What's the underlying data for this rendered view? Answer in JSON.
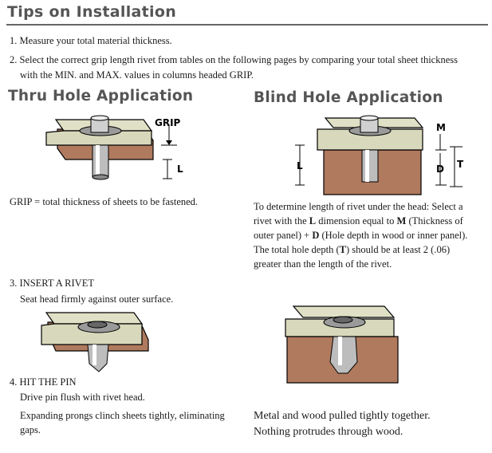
{
  "title": "Tips on Installation",
  "steps": {
    "s1": "1. Measure your total material thickness.",
    "s2a": "2. Select the correct grip length rivet from tables on the following pages by comparing your total sheet thickness",
    "s2b": "with the MIN. and MAX. values in columns headed GRIP."
  },
  "thru": {
    "heading": "Thru Hole Application",
    "label_grip": "GRIP",
    "label_l": "L",
    "caption": "GRIP = total thickness of sheets to be fastened."
  },
  "blind": {
    "heading": "Blind Hole Application",
    "label_m": "M",
    "label_l": "L",
    "label_d": "D",
    "label_t": "T",
    "p1_a": "To determine length of rivet under the head: Select a",
    "p1_b_pre": "rivet with the ",
    "p1_b_L": "L",
    "p1_b_mid": " dimension equal to ",
    "p1_b_M": "M",
    "p1_b_post": " (Thickness of",
    "p1_c_pre": "outer panel) + ",
    "p1_c_D": "D",
    "p1_c_post": " (Hole depth in wood or inner panel).",
    "p1_d_pre": "The total hole depth (",
    "p1_d_T": "T",
    "p1_d_post": ") should be at least 2 (.06)",
    "p1_e": "greater than the length of the rivet."
  },
  "step3": {
    "heading": "3. INSERT A RIVET",
    "text": "Seat head firmly against outer surface."
  },
  "step4": {
    "heading": "4. HIT THE PIN",
    "line1": "Drive pin flush with rivet head.",
    "line2": "Expanding prongs clinch sheets tightly, eliminating",
    "line3": "gaps."
  },
  "result": {
    "line1": "Metal and wood pulled tightly together.",
    "line2": "Nothing protrudes through wood."
  }
}
